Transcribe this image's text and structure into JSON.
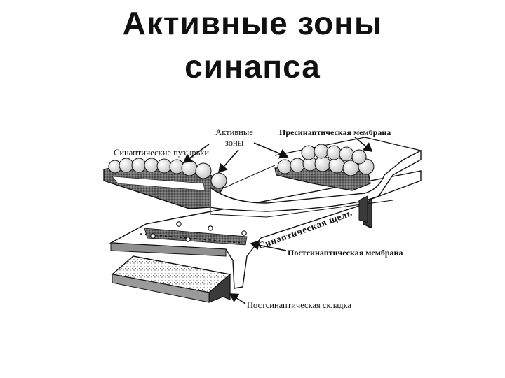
{
  "slide": {
    "title_line1": "Активные зоны",
    "title_line2": "синапса"
  },
  "labels": {
    "active_zones_line1": "Активные",
    "active_zones_line2": "зоны",
    "synaptic_vesicles": "Синаптические пузырьки",
    "presynaptic_membrane": "Пресинаптическая мембрана",
    "synaptic_cleft": "Синаптическая щель",
    "postsynaptic_membrane": "Постсинаптическая мембрана",
    "postsynaptic_fold": "Постсинаптическая складка"
  }
}
